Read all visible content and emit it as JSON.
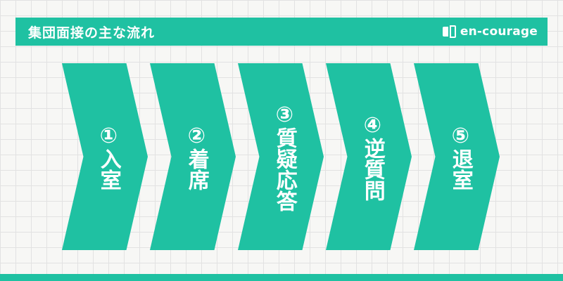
{
  "header": {
    "title": "集団面接の主な流れ",
    "logo_text": "en-courage"
  },
  "steps": [
    {
      "label": "①入室"
    },
    {
      "label": "②着席"
    },
    {
      "label": "③質疑応答"
    },
    {
      "label": "④逆質問"
    },
    {
      "label": "⑤退室"
    }
  ],
  "colors": {
    "accent": "#1fc1a2",
    "background": "#f7f7f5",
    "grid": "#e2e2e2",
    "text_on_accent": "#ffffff"
  },
  "icons": [
    "book-logo-icon"
  ]
}
